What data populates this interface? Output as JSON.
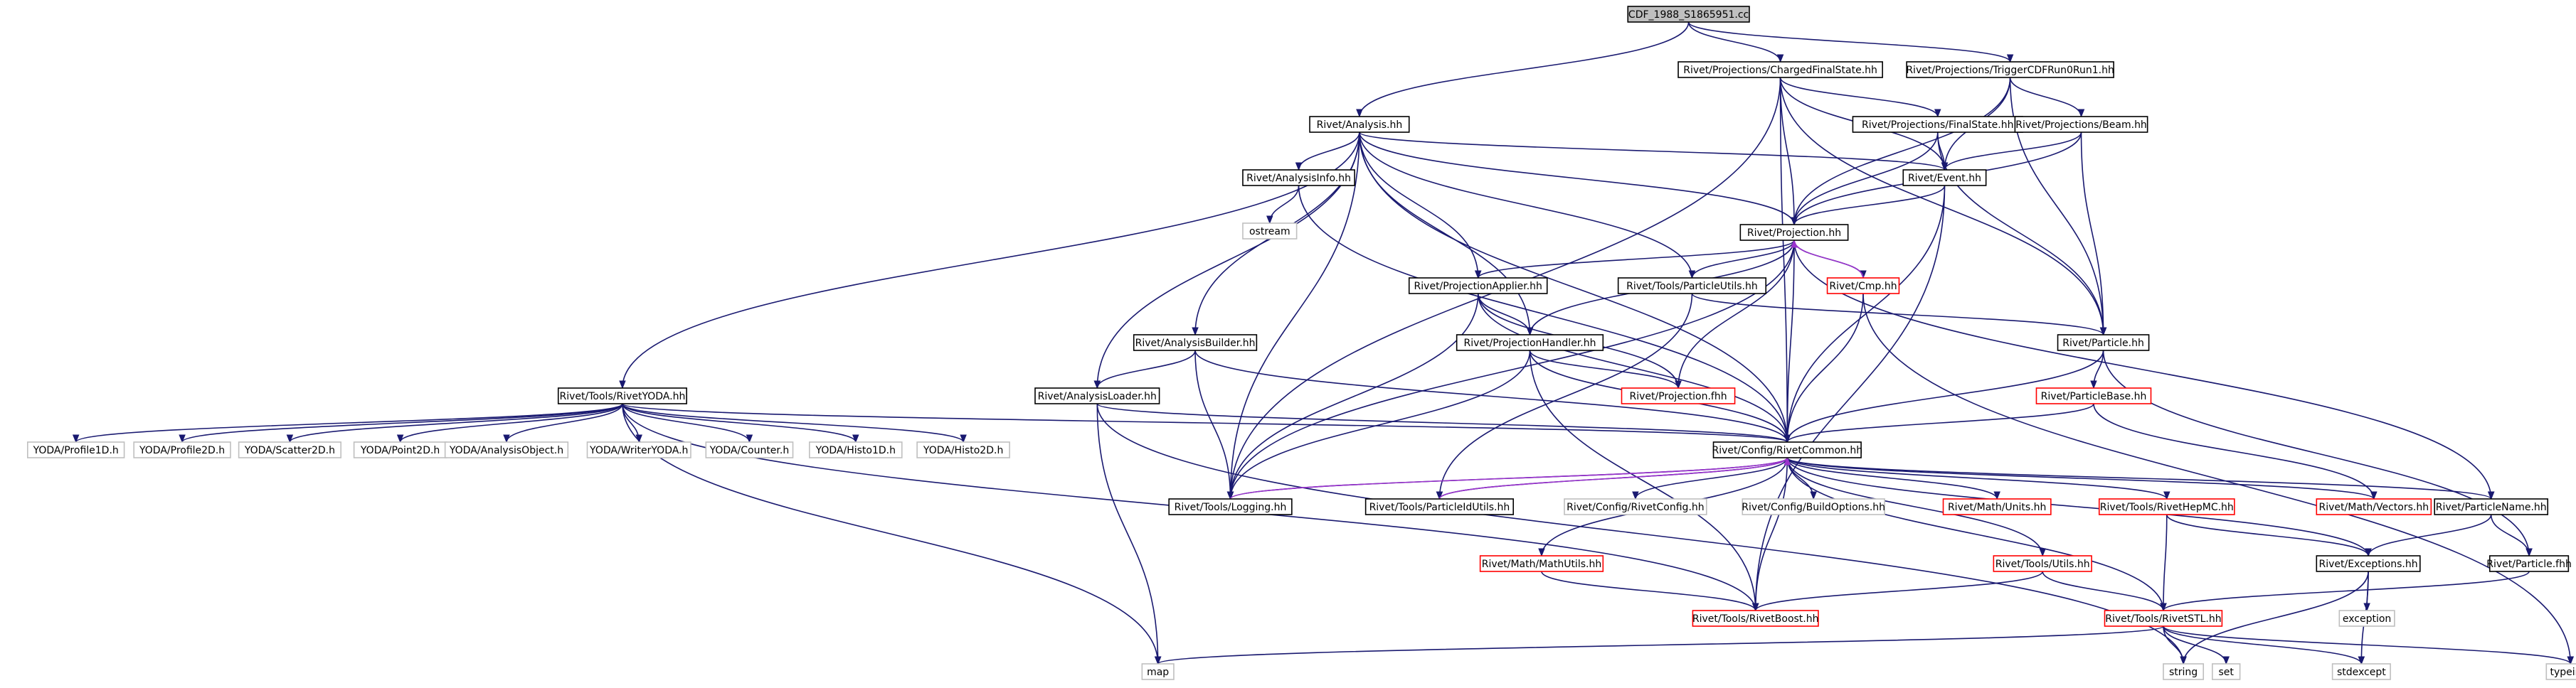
{
  "diagram": {
    "nodes": [
      {
        "id": "root",
        "label": "CDF_1988_S1865951.cc",
        "style": "root"
      },
      {
        "id": "cfs",
        "label": "Rivet/Projections/ChargedFinalState.hh",
        "style": "black"
      },
      {
        "id": "trig",
        "label": "Rivet/Projections/TriggerCDFRun0Run1.hh",
        "style": "black"
      },
      {
        "id": "ana",
        "label": "Rivet/Analysis.hh",
        "style": "black"
      },
      {
        "id": "fs",
        "label": "Rivet/Projections/FinalState.hh",
        "style": "black"
      },
      {
        "id": "beam",
        "label": "Rivet/Projections/Beam.hh",
        "style": "black"
      },
      {
        "id": "ainfo",
        "label": "Rivet/AnalysisInfo.hh",
        "style": "black"
      },
      {
        "id": "event",
        "label": "Rivet/Event.hh",
        "style": "black"
      },
      {
        "id": "ostream",
        "label": "ostream",
        "style": "gray"
      },
      {
        "id": "proj",
        "label": "Rivet/Projection.hh",
        "style": "black"
      },
      {
        "id": "papp",
        "label": "Rivet/ProjectionApplier.hh",
        "style": "black"
      },
      {
        "id": "putils",
        "label": "Rivet/Tools/ParticleUtils.hh",
        "style": "black"
      },
      {
        "id": "cmp",
        "label": "Rivet/Cmp.hh",
        "style": "red"
      },
      {
        "id": "particle",
        "label": "Rivet/Particle.hh",
        "style": "black"
      },
      {
        "id": "abuild",
        "label": "Rivet/AnalysisBuilder.hh",
        "style": "black"
      },
      {
        "id": "phandler",
        "label": "Rivet/ProjectionHandler.hh",
        "style": "black"
      },
      {
        "id": "pbase",
        "label": "Rivet/ParticleBase.hh",
        "style": "red"
      },
      {
        "id": "ryoda",
        "label": "Rivet/Tools/RivetYODA.hh",
        "style": "black"
      },
      {
        "id": "aload",
        "label": "Rivet/AnalysisLoader.hh",
        "style": "black"
      },
      {
        "id": "pfhh",
        "label": "Rivet/Projection.fhh",
        "style": "red"
      },
      {
        "id": "yp1d",
        "label": "YODA/Profile1D.h",
        "style": "gray"
      },
      {
        "id": "yp2d",
        "label": "YODA/Profile2D.h",
        "style": "gray"
      },
      {
        "id": "ys2d",
        "label": "YODA/Scatter2D.h",
        "style": "gray"
      },
      {
        "id": "ypt2d",
        "label": "YODA/Point2D.h",
        "style": "gray"
      },
      {
        "id": "yao",
        "label": "YODA/AnalysisObject.h",
        "style": "gray"
      },
      {
        "id": "ywy",
        "label": "YODA/WriterYODA.h",
        "style": "gray"
      },
      {
        "id": "ycnt",
        "label": "YODA/Counter.h",
        "style": "gray"
      },
      {
        "id": "yh1d",
        "label": "YODA/Histo1D.h",
        "style": "gray"
      },
      {
        "id": "yh2d",
        "label": "YODA/Histo2D.h",
        "style": "gray"
      },
      {
        "id": "rcommon",
        "label": "Rivet/Config/RivetCommon.hh",
        "style": "black"
      },
      {
        "id": "logging",
        "label": "Rivet/Tools/Logging.hh",
        "style": "black"
      },
      {
        "id": "pidutils",
        "label": "Rivet/Tools/ParticleIdUtils.hh",
        "style": "black"
      },
      {
        "id": "rconfig",
        "label": "Rivet/Config/RivetConfig.hh",
        "style": "gray"
      },
      {
        "id": "bopts",
        "label": "Rivet/Config/BuildOptions.hh",
        "style": "gray"
      },
      {
        "id": "munits",
        "label": "Rivet/Math/Units.hh",
        "style": "red"
      },
      {
        "id": "rhepmc",
        "label": "Rivet/Tools/RivetHepMC.hh",
        "style": "red"
      },
      {
        "id": "mvec",
        "label": "Rivet/Math/Vectors.hh",
        "style": "red"
      },
      {
        "id": "pname",
        "label": "Rivet/ParticleName.hh",
        "style": "black"
      },
      {
        "id": "mmath",
        "label": "Rivet/Math/MathUtils.hh",
        "style": "red"
      },
      {
        "id": "tutils",
        "label": "Rivet/Tools/Utils.hh",
        "style": "red"
      },
      {
        "id": "exc",
        "label": "Rivet/Exceptions.hh",
        "style": "black"
      },
      {
        "id": "pfhh2",
        "label": "Rivet/Particle.fhh",
        "style": "black"
      },
      {
        "id": "rboost",
        "label": "Rivet/Tools/RivetBoost.hh",
        "style": "red"
      },
      {
        "id": "rstl",
        "label": "Rivet/Tools/RivetSTL.hh",
        "style": "red"
      },
      {
        "id": "exception",
        "label": "exception",
        "style": "gray"
      },
      {
        "id": "map",
        "label": "map",
        "style": "gray"
      },
      {
        "id": "string",
        "label": "string",
        "style": "gray"
      },
      {
        "id": "set",
        "label": "set",
        "style": "gray"
      },
      {
        "id": "stdexcept",
        "label": "stdexcept",
        "style": "gray"
      },
      {
        "id": "typeinfo",
        "label": "typeinfo",
        "style": "gray"
      }
    ],
    "edges": [
      [
        "root",
        "cfs"
      ],
      [
        "root",
        "trig"
      ],
      [
        "root",
        "ana"
      ],
      [
        "cfs",
        "fs"
      ],
      [
        "cfs",
        "event"
      ],
      [
        "cfs",
        "proj"
      ],
      [
        "cfs",
        "particle"
      ],
      [
        "cfs",
        "rcommon"
      ],
      [
        "cfs",
        "logging"
      ],
      [
        "trig",
        "beam"
      ],
      [
        "trig",
        "event"
      ],
      [
        "trig",
        "proj"
      ],
      [
        "trig",
        "particle"
      ],
      [
        "ana",
        "ainfo"
      ],
      [
        "ana",
        "event"
      ],
      [
        "ana",
        "proj"
      ],
      [
        "ana",
        "papp"
      ],
      [
        "ana",
        "putils"
      ],
      [
        "ana",
        "abuild"
      ],
      [
        "ana",
        "phandler"
      ],
      [
        "ana",
        "ryoda"
      ],
      [
        "ana",
        "aload"
      ],
      [
        "ana",
        "rcommon"
      ],
      [
        "ana",
        "logging"
      ],
      [
        "fs",
        "event"
      ],
      [
        "fs",
        "proj"
      ],
      [
        "fs",
        "particle"
      ],
      [
        "beam",
        "event"
      ],
      [
        "beam",
        "proj"
      ],
      [
        "beam",
        "particle"
      ],
      [
        "ainfo",
        "ostream"
      ],
      [
        "ainfo",
        "rcommon"
      ],
      [
        "event",
        "proj"
      ],
      [
        "event",
        "rcommon"
      ],
      [
        "event",
        "rboost"
      ],
      [
        "proj",
        "papp"
      ],
      [
        "proj",
        "putils"
      ],
      [
        "proj",
        "cmp"
      ],
      [
        "proj",
        "phandler"
      ],
      [
        "proj",
        "pfhh"
      ],
      [
        "proj",
        "rcommon"
      ],
      [
        "proj",
        "logging"
      ],
      [
        "proj",
        "pname"
      ],
      [
        "cmp",
        "proj",
        "red"
      ],
      [
        "cmp",
        "rcommon"
      ],
      [
        "cmp",
        "typeinfo"
      ],
      [
        "papp",
        "phandler"
      ],
      [
        "papp",
        "pfhh"
      ],
      [
        "papp",
        "rcommon"
      ],
      [
        "papp",
        "logging"
      ],
      [
        "putils",
        "particle"
      ],
      [
        "putils",
        "pidutils"
      ],
      [
        "particle",
        "pbase"
      ],
      [
        "particle",
        "rcommon"
      ],
      [
        "particle",
        "pfhh2"
      ],
      [
        "abuild",
        "aload"
      ],
      [
        "abuild",
        "rcommon"
      ],
      [
        "abuild",
        "logging"
      ],
      [
        "phandler",
        "pfhh"
      ],
      [
        "phandler",
        "rcommon"
      ],
      [
        "phandler",
        "logging"
      ],
      [
        "phandler",
        "rboost"
      ],
      [
        "pbase",
        "rcommon"
      ],
      [
        "pbase",
        "mvec"
      ],
      [
        "ryoda",
        "yp1d"
      ],
      [
        "ryoda",
        "yp2d"
      ],
      [
        "ryoda",
        "ys2d"
      ],
      [
        "ryoda",
        "ypt2d"
      ],
      [
        "ryoda",
        "yao"
      ],
      [
        "ryoda",
        "ywy"
      ],
      [
        "ryoda",
        "ycnt"
      ],
      [
        "ryoda",
        "yh1d"
      ],
      [
        "ryoda",
        "yh2d"
      ],
      [
        "ryoda",
        "rboost"
      ],
      [
        "ryoda",
        "map"
      ],
      [
        "ryoda",
        "rcommon"
      ],
      [
        "aload",
        "rcommon"
      ],
      [
        "aload",
        "map"
      ],
      [
        "aload",
        "string"
      ],
      [
        "rcommon",
        "logging"
      ],
      [
        "rcommon",
        "pidutils"
      ],
      [
        "rcommon",
        "rconfig"
      ],
      [
        "rcommon",
        "bopts"
      ],
      [
        "rcommon",
        "munits"
      ],
      [
        "rcommon",
        "rhepmc"
      ],
      [
        "rcommon",
        "mvec"
      ],
      [
        "rcommon",
        "pname"
      ],
      [
        "rcommon",
        "mmath"
      ],
      [
        "rcommon",
        "tutils"
      ],
      [
        "rcommon",
        "exc"
      ],
      [
        "rcommon",
        "rboost"
      ],
      [
        "rcommon",
        "rstl"
      ],
      [
        "logging",
        "rcommon",
        "red"
      ],
      [
        "pidutils",
        "rcommon",
        "red"
      ],
      [
        "pname",
        "exc"
      ],
      [
        "pname",
        "pfhh2"
      ],
      [
        "mmath",
        "rboost"
      ],
      [
        "tutils",
        "rboost"
      ],
      [
        "tutils",
        "rstl"
      ],
      [
        "rhepmc",
        "exc"
      ],
      [
        "rhepmc",
        "rstl"
      ],
      [
        "exc",
        "exception"
      ],
      [
        "exc",
        "stdexcept"
      ],
      [
        "exc",
        "string"
      ],
      [
        "pfhh2",
        "rstl"
      ],
      [
        "rstl",
        "map"
      ],
      [
        "rstl",
        "string"
      ],
      [
        "rstl",
        "set"
      ],
      [
        "rstl",
        "stdexcept"
      ],
      [
        "rstl",
        "typeinfo"
      ]
    ]
  }
}
